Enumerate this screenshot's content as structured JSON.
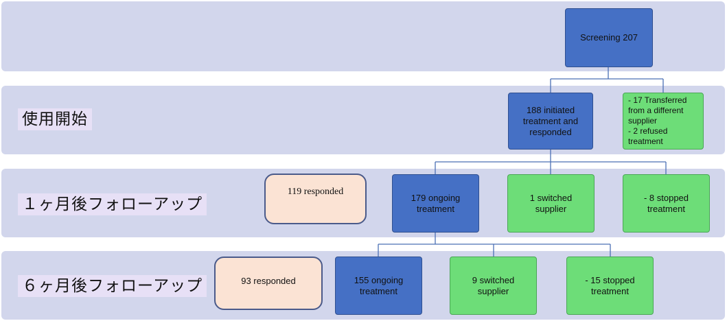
{
  "rows": {
    "start": "使用開始",
    "month1": "１ヶ月後フォローアップ",
    "month6": "６ヶ月後フォローアップ"
  },
  "boxes": {
    "screening": "Screening 207",
    "initiated": "188 initiated\ntreatment and\nresponded",
    "excluded": "- 17 Transferred\nfrom a different\nsupplier\n - 2 refused\ntreatment",
    "m1_responded": "119 responded",
    "m1_ongoing": "179 ongoing\ntreatment",
    "m1_switched": "1 switched\nsupplier",
    "m1_stopped": "- 8 stopped\ntreatment",
    "m6_responded": "93 responded",
    "m6_ongoing": "155 ongoing\ntreatment",
    "m6_switched": "9 switched\nsupplier",
    "m6_stopped": "- 15 stopped\ntreatment"
  },
  "colors": {
    "band": "#d2d6ec",
    "blue": "#4570c5",
    "green": "#6ddd78",
    "peach": "#fbe3d4",
    "connector": "#4a6fb5"
  }
}
